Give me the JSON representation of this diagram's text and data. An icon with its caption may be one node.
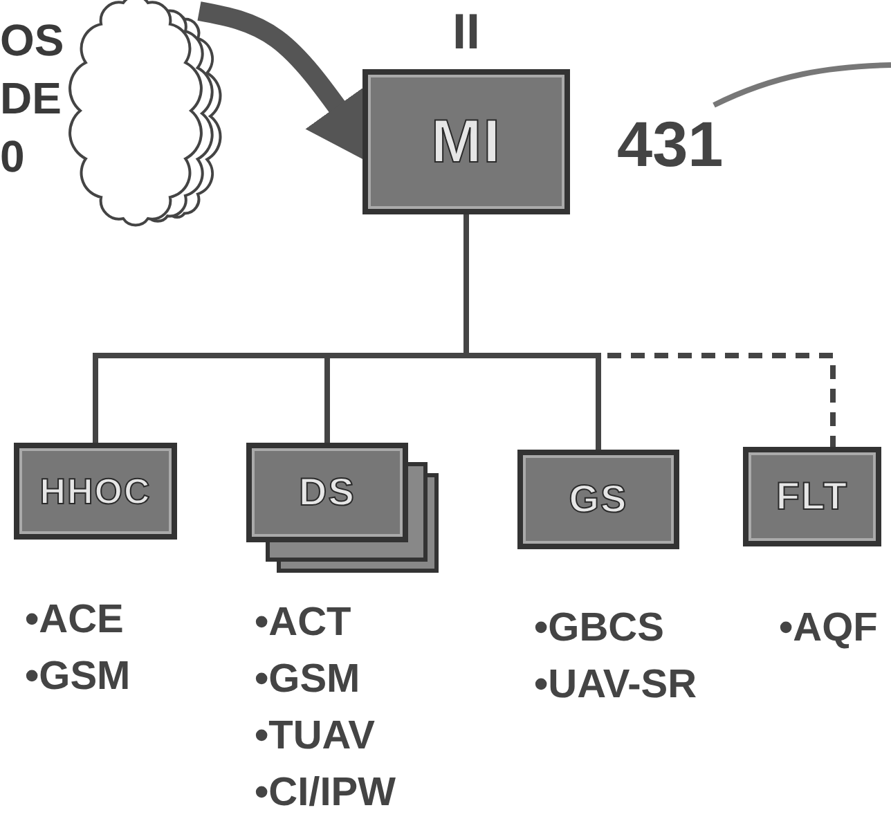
{
  "diagram": {
    "nodes": [
      {
        "text": [
          "OS DE 0"
        ]
      },
      {
        "text": [
          "MI"
        ],
        "beside": [
          "II",
          "431"
        ]
      },
      {
        "text": [
          "HHOC"
        ],
        "beside": [
          "•ACE",
          "•GSM"
        ]
      },
      {
        "text": [
          "DS"
        ],
        "beside": [
          "•ACT",
          "•GSM",
          "•TUAV",
          "•CI/IPW"
        ]
      },
      {
        "text": [
          "GS"
        ],
        "beside": [
          "•GBCS",
          "•UAV-SR"
        ]
      },
      {
        "text": [
          "FLT"
        ],
        "beside": [
          "•AQF"
        ]
      }
    ],
    "edges": [
      {
        "from": 0,
        "to": 1,
        "arrow": "to",
        "style": "thick"
      },
      {
        "from": 1,
        "to": 2,
        "arrow": "none"
      },
      {
        "from": 1,
        "to": 3,
        "arrow": "none"
      },
      {
        "from": 1,
        "to": 4,
        "arrow": "none"
      },
      {
        "from": 1,
        "to": 5,
        "arrow": "none",
        "style": "dashed"
      },
      {
        "from": 1,
        "to": null,
        "arrow": "none"
      }
    ]
  }
}
